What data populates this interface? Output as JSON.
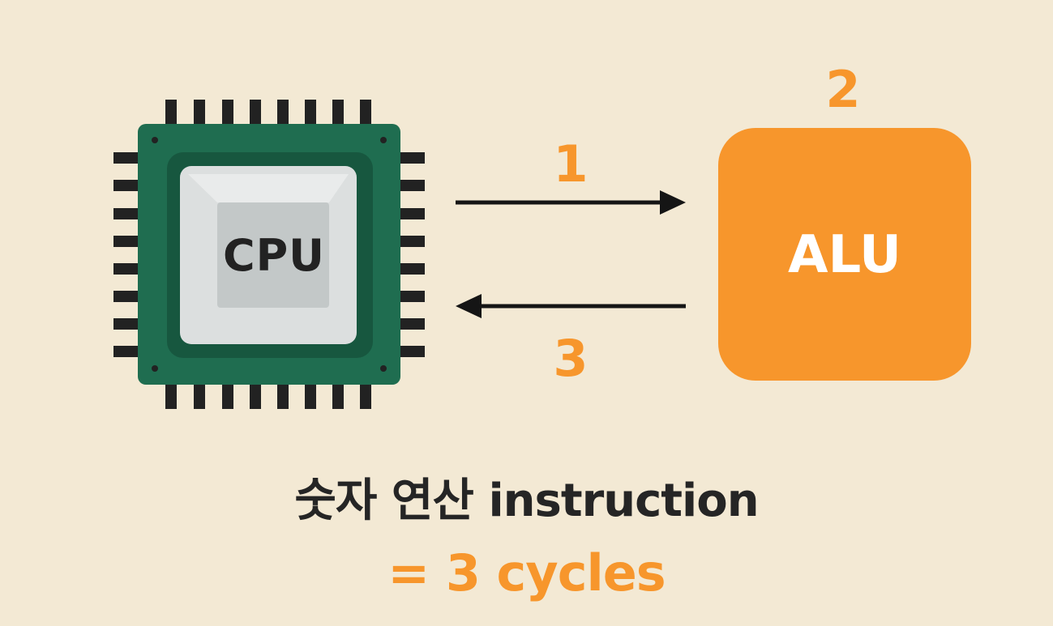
{
  "colors": {
    "background": "#f3e9d4",
    "chip_green": "#1f6d50",
    "chip_inner": "#17573f",
    "chip_pins": "#222222",
    "die_light": "#dcdfdf",
    "die_mid": "#c3c8c8",
    "accent_orange": "#f7962c",
    "text_dark": "#252525",
    "arrow": "#151515"
  },
  "icons": {
    "cpu": "cpu-chip-icon",
    "forward_arrow": "arrow-right-icon",
    "return_arrow": "arrow-left-icon"
  },
  "cpu": {
    "label": "CPU"
  },
  "alu": {
    "label": "ALU"
  },
  "steps": {
    "one": "1",
    "two": "2",
    "three": "3"
  },
  "caption": {
    "line1": "숫자 연산 instruction",
    "line2": "= 3 cycles"
  }
}
